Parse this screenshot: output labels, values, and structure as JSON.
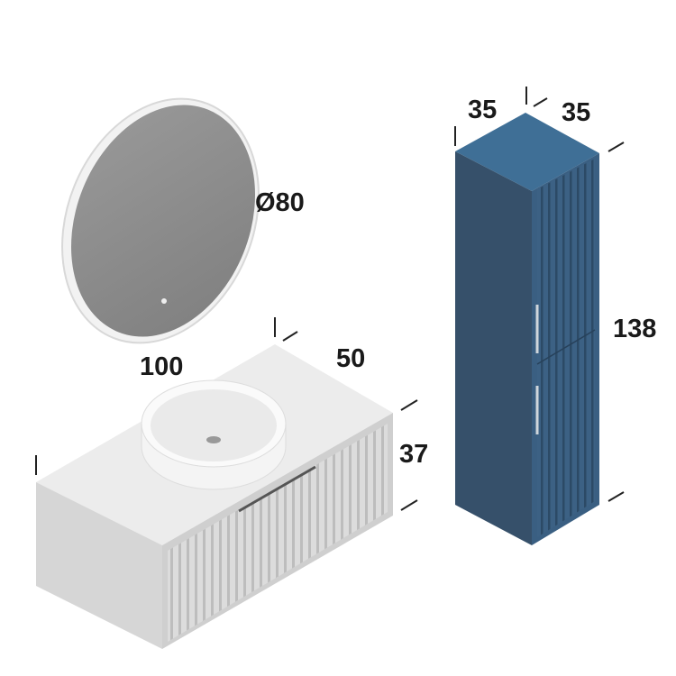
{
  "mirror": {
    "diameter_label": "Ø80"
  },
  "vanity": {
    "width_label": "100",
    "depth_label": "50",
    "height_label": "37"
  },
  "tall_cabinet": {
    "width_label": "35",
    "depth_label": "35",
    "height_label": "138"
  },
  "colors": {
    "cabinet_blue": "#3a5f82",
    "vanity_white": "#e6e6e6",
    "mirror_glass": "#8a8a8a"
  }
}
